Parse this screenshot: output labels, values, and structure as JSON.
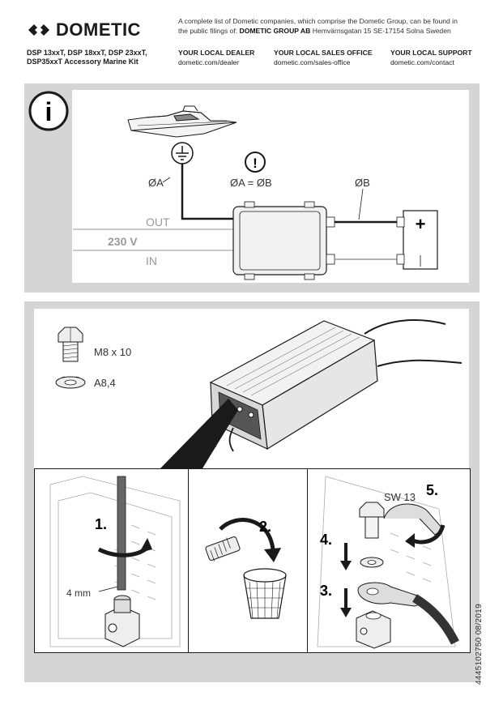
{
  "brand": {
    "logo_text": "DOMETIC"
  },
  "header": {
    "company_note_1": "A complete list of Dometic companies, which comprise the Dometic Group, can be found in",
    "company_note_2a": "the public filings of: ",
    "company_note_2b": "DOMETIC GROUP AB",
    "company_note_2c": "  Hemvärnsgatan 15    SE-17154 Solna    Sweden",
    "models_line1": "DSP 13xxT, DSP 18xxT, DSP 23xxT,",
    "models_line2": "DSP35xxT  Accessory Marine Kit",
    "dealer_title": "YOUR LOCAL DEALER",
    "dealer_url": "dometic.com/dealer",
    "sales_title": "YOUR LOCAL SALES OFFICE",
    "sales_url": "dometic.com/sales-office",
    "support_title": "YOUR LOCAL SUPPORT",
    "support_url": "dometic.com/contact"
  },
  "wiring": {
    "info_symbol": "i",
    "diam_a": "ØA",
    "equation": "ØA = ØB",
    "diam_b": "ØB",
    "out_label": "OUT",
    "voltage_label": "230 V",
    "in_label": "IN",
    "plus_symbol": "+",
    "minus_symbol": "I",
    "warning_symbol": "!"
  },
  "install": {
    "bolt_label": "M8 x 10",
    "washer_label": "A8,4",
    "step1": "1.",
    "tool_size": "4 mm",
    "step2": "2.",
    "step3": "3.",
    "step4": "4.",
    "step5": "5.",
    "wrench_label": "SW 13"
  },
  "footer": {
    "doc_id": "4445102750  08/2019"
  }
}
